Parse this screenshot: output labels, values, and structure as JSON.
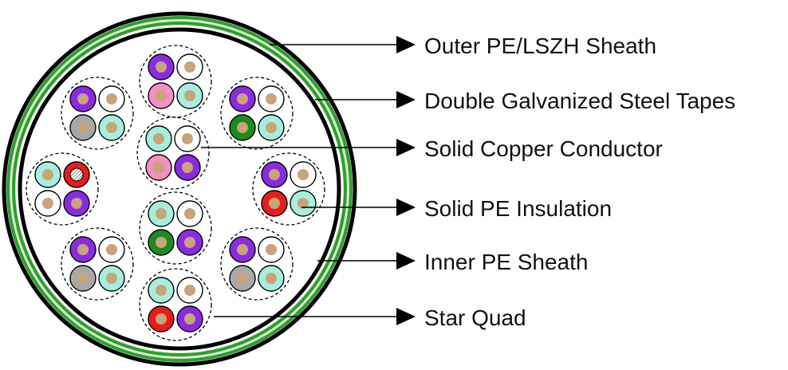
{
  "labels": {
    "outer_sheath": "Outer PE/LSZH Sheath",
    "steel_tapes": "Double Galvanized Steel Tapes",
    "conductor": "Solid Copper Conductor",
    "insulation": "Solid PE Insulation",
    "inner_sheath": "Inner PE Sheath",
    "star_quad": "Star Quad"
  },
  "colors": {
    "sheath_outline": "#000000",
    "steel_tape_green": "#2e9e2e",
    "steel_tape_light": "#d8f0d0",
    "conductor_copper": "#c9a37a",
    "purple": "#8a2be2",
    "white": "#ffffff",
    "pink": "#f48fc0",
    "aqua": "#a8eedd",
    "grey": "#a8a8a8",
    "green": "#1e8a1e",
    "red": "#e81c1c"
  },
  "quads": [
    {
      "id": "top-center",
      "colors": [
        "purple",
        "white",
        "pink",
        "aqua"
      ]
    },
    {
      "id": "upper-left",
      "colors": [
        "purple",
        "white",
        "grey",
        "aqua"
      ]
    },
    {
      "id": "upper-right",
      "colors": [
        "purple",
        "white",
        "green",
        "aqua"
      ]
    },
    {
      "id": "center",
      "colors": [
        "aqua",
        "white",
        "pink",
        "purple"
      ]
    },
    {
      "id": "left",
      "colors": [
        "aqua",
        "red-hatched",
        "white",
        "purple"
      ]
    },
    {
      "id": "right",
      "colors": [
        "purple",
        "white",
        "red",
        "aqua"
      ]
    },
    {
      "id": "lower-center",
      "colors": [
        "aqua",
        "white",
        "green",
        "purple"
      ]
    },
    {
      "id": "lower-left",
      "colors": [
        "purple",
        "white",
        "grey",
        "aqua"
      ]
    },
    {
      "id": "lower-right",
      "colors": [
        "purple",
        "white",
        "grey",
        "aqua"
      ]
    },
    {
      "id": "bottom-center",
      "colors": [
        "aqua",
        "white",
        "red",
        "purple"
      ]
    }
  ]
}
